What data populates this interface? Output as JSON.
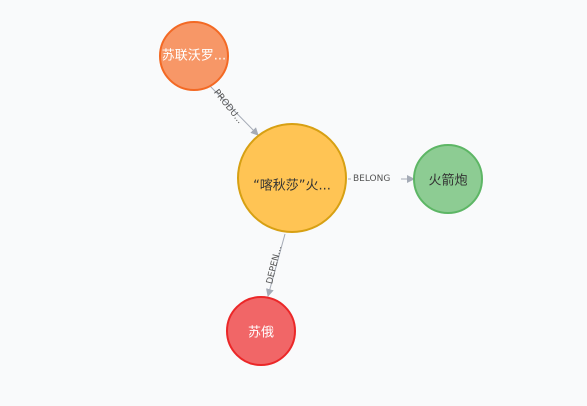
{
  "graph": {
    "nodes": [
      {
        "id": "n1",
        "label": "苏联沃罗...",
        "fill": "#f79767",
        "stroke": "#f36924",
        "text_color": "#ffffff"
      },
      {
        "id": "n2",
        "label": "“喀秋莎”火...",
        "fill": "#ffc454",
        "stroke": "#d7a013",
        "text_color": "#333333"
      },
      {
        "id": "n3",
        "label": "火箭炮",
        "fill": "#8dcc93",
        "stroke": "#5db665",
        "text_color": "#333333"
      },
      {
        "id": "n4",
        "label": "苏俄",
        "fill": "#f16667",
        "stroke": "#eb2728",
        "text_color": "#ffffff"
      }
    ],
    "edges": [
      {
        "id": "e1",
        "from": "n1",
        "to": "n2",
        "label": "PRODU..."
      },
      {
        "id": "e2",
        "from": "n2",
        "to": "n3",
        "label": "BELONG"
      },
      {
        "id": "e3",
        "from": "n2",
        "to": "n4",
        "label": "DEPEN..."
      }
    ],
    "edge_color": "#a5abb6"
  }
}
